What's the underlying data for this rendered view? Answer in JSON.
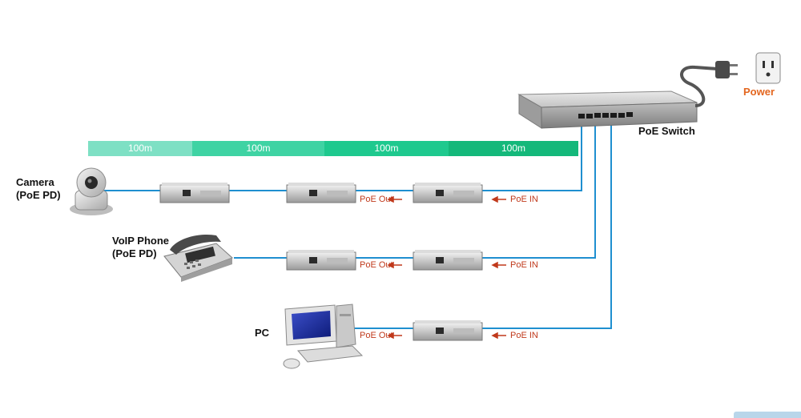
{
  "segments": [
    {
      "label": "100m",
      "color": "#7ee0c4"
    },
    {
      "label": "100m",
      "color": "#3fd3a3"
    },
    {
      "label": "100m",
      "color": "#1ec98e"
    },
    {
      "label": "100m",
      "color": "#14b87a"
    }
  ],
  "devices": {
    "camera": {
      "line1": "Camera",
      "line2": "(PoE PD)"
    },
    "phone": {
      "line1": "VoIP Phone",
      "line2": "(PoE PD)"
    },
    "pc": {
      "label": "PC"
    }
  },
  "switch": {
    "label": "PoE Switch"
  },
  "power": {
    "label": "Power"
  },
  "tags": {
    "poe_out": "PoE Out",
    "poe_in": "PoE IN"
  },
  "colors": {
    "cable": "#1f8fd0",
    "tag": "#c0391b",
    "power": "#e3661f"
  }
}
